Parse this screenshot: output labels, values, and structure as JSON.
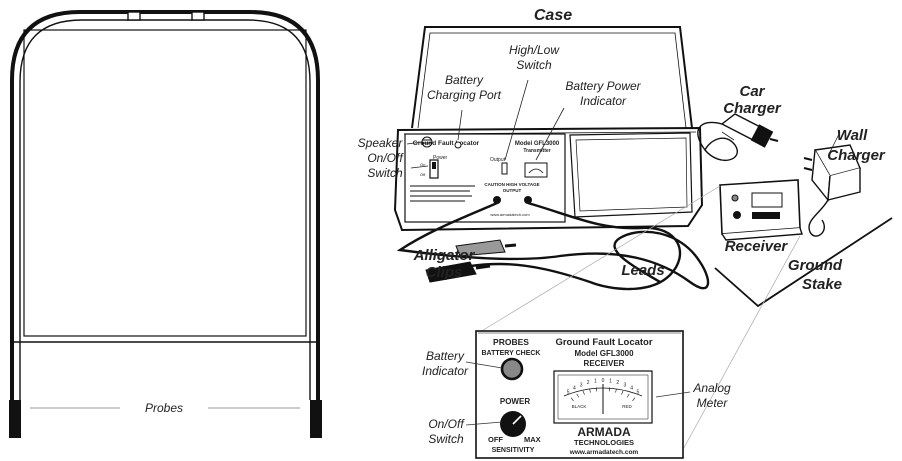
{
  "callouts": {
    "case": "Case",
    "battery_charging_port": [
      "Battery",
      "Charging Port"
    ],
    "high_low_switch": [
      "High/Low",
      "Switch"
    ],
    "battery_power_indicator": [
      "Battery Power",
      "Indicator"
    ],
    "speaker": "Speaker",
    "on_off_switch_top": [
      "On/Off",
      "Switch"
    ],
    "car_charger": [
      "Car",
      "Charger"
    ],
    "wall_charger": [
      "Wall",
      "Charger"
    ],
    "receiver": "Receiver",
    "ground_stake": [
      "Ground",
      "Stake"
    ],
    "alligator_clips": [
      "Alligator",
      "Clips"
    ],
    "leads": "Leads",
    "probes": "Probes",
    "battery_indicator": [
      "Battery",
      "Indicator"
    ],
    "on_off_switch_bottom": [
      "On/Off",
      "Switch"
    ],
    "analog_meter": [
      "Analog",
      "Meter"
    ]
  },
  "transmitter_panel": {
    "title": "Ground Fault Locator",
    "model": "Model GFL3000",
    "subtitle": "Transmitter",
    "power_label": "Power",
    "on_label": "On",
    "off_label": "Off",
    "output_label": "Output",
    "caution": "CAUTION HIGH VOLTAGE",
    "output": "OUTPUT",
    "website": "www.armadatech.com"
  },
  "receiver_panel": {
    "title": "Ground Fault Locator",
    "model": "Model GFL3000",
    "subtitle": "RECEIVER",
    "probes": "PROBES",
    "battery_check": "BATTERY CHECK",
    "power": "POWER",
    "off": "OFF",
    "max": "MAX",
    "sensitivity": "SENSITIVITY",
    "brand": "ARMADA",
    "brand_sub": "TECHNOLOGIES",
    "website": "www.armadatech.com",
    "meter_left": "BLACK",
    "meter_right": "RED",
    "meter_scale": [
      "5",
      "4",
      "3",
      "2",
      "1",
      "0",
      "1",
      "2",
      "3",
      "4",
      "5"
    ]
  }
}
